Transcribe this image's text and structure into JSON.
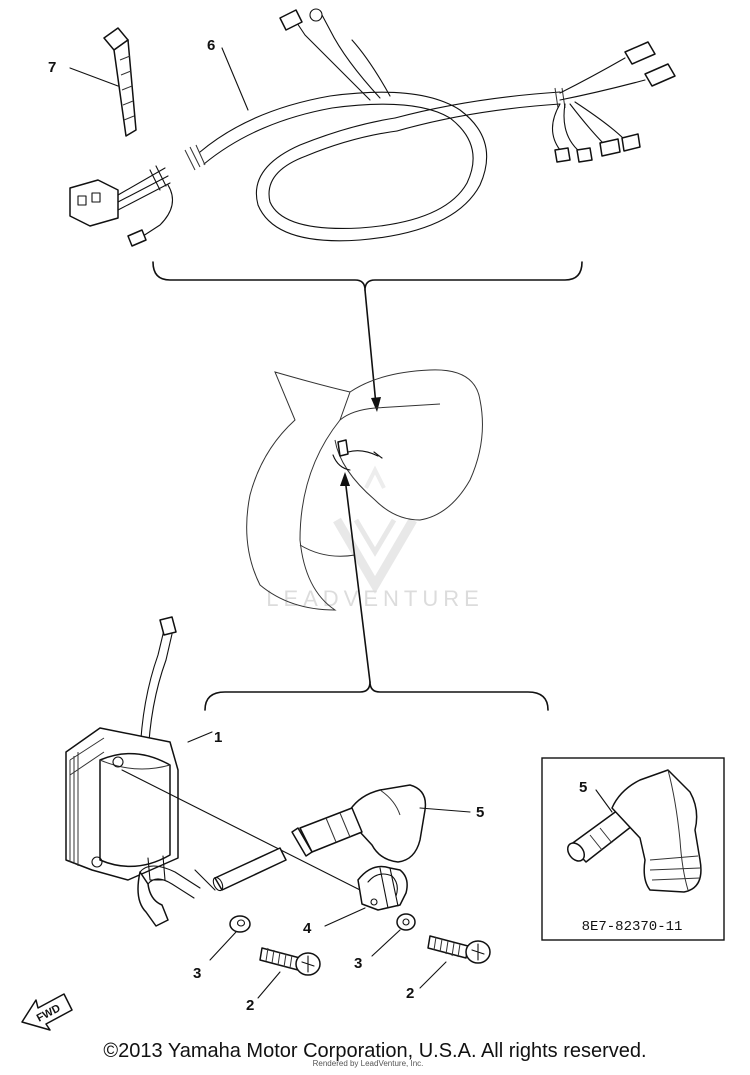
{
  "callouts": {
    "c1": "1",
    "c2a": "2",
    "c2b": "2",
    "c3a": "3",
    "c3b": "3",
    "c4": "4",
    "c5": "5",
    "c5_inset": "5",
    "c6": "6",
    "c7": "7"
  },
  "inset": {
    "part_number": "8E7-82370-11"
  },
  "direction_marker": "FWD",
  "watermark": {
    "brand": "LEADVENTURE",
    "rendered_by": "Rendered by LeadVenture, Inc."
  },
  "footer": {
    "copyright": "©2013 Yamaha Motor Corporation, U.S.A. All rights reserved."
  }
}
